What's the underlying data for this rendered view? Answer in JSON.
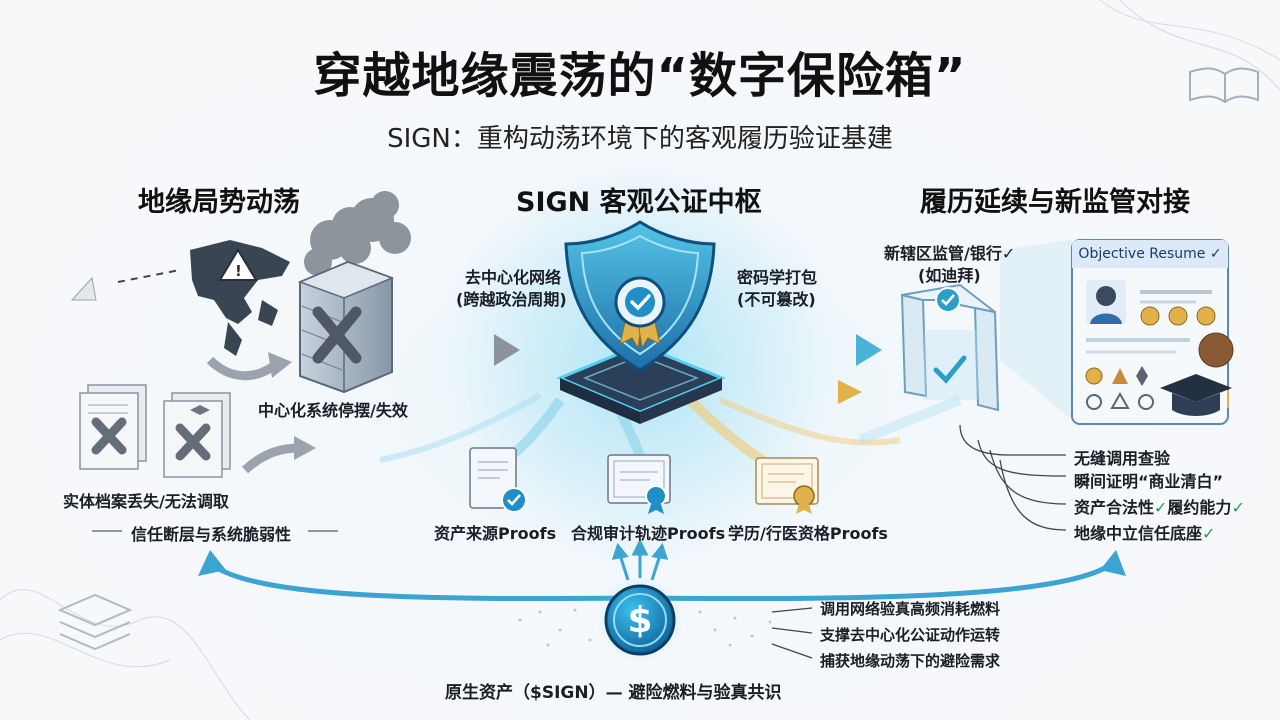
{
  "title": "穿越地缘震荡的“数字保险箱”",
  "subtitle": "SIGN：重构动荡环境下的客观履历验证基建",
  "left": {
    "heading": "地缘局势动荡",
    "server_label": "中心化系统停摆/失效",
    "docs_label": "实体档案丢失/无法调取",
    "bottom_label": "信任断层与系统脆弱性"
  },
  "center": {
    "heading": "SIGN 客观公证中枢",
    "left_callout_line1": "去中心化网络",
    "left_callout_line2": "(跨越政治周期)",
    "right_callout_line1": "密码学打包",
    "right_callout_line2": "(不可篡改)",
    "proofs": [
      {
        "label": "资产来源Proofs"
      },
      {
        "label": "合规审计轨迹Proofs"
      },
      {
        "label": "学历/行医资格Proofs"
      }
    ]
  },
  "right": {
    "heading": "履历延续与新监管对接",
    "regulator_line1": "新辖区监管/银行",
    "regulator_line2": "(如迪拜)",
    "check_mark": "✓",
    "resume_title": "Objective Resume",
    "benefits": [
      {
        "text": "无缝调用查验",
        "checks": ""
      },
      {
        "text": "瞬间证明“商业清白”",
        "checks": ""
      },
      {
        "text": "资产合法性",
        "checks": "✓",
        "extra": "履约能力",
        "extra_check": "✓"
      },
      {
        "text": "地缘中立信任底座",
        "checks": "✓"
      }
    ]
  },
  "token": {
    "symbol": "$",
    "caption": "原生资产（$SIGN）— 避险燃料与验真共识",
    "uses": [
      "调用网络验真高频消耗燃料",
      "支撑去中心化公证动作运转",
      "捕获地缘动荡下的避险需求"
    ]
  },
  "colors": {
    "accent": "#1f8fc8",
    "gold": "#e2b24a",
    "teal": "#3fb9c9",
    "success": "#2e9d4a"
  },
  "icons": [
    "warning-icon",
    "world-map-icon",
    "server-icon",
    "cross-icon",
    "document-icon",
    "shield-icon",
    "badge-icon",
    "check-icon",
    "gate-icon",
    "avatar-icon",
    "graduation-cap-icon",
    "coin-icon",
    "book-icon",
    "layers-icon"
  ]
}
